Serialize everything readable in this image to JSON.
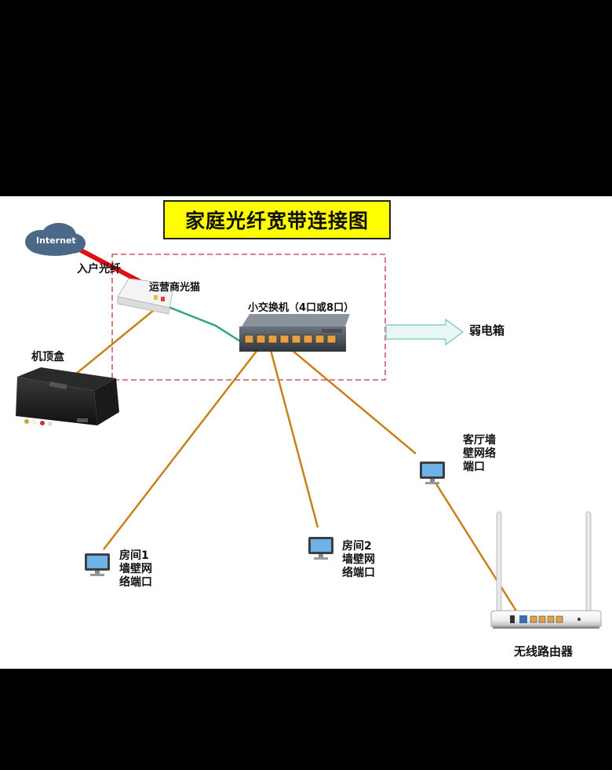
{
  "title": "家庭光纤宽带连接图",
  "nodes": {
    "internet": "Internet",
    "fiber_in": "入户光纤",
    "modem": "运营商光猫",
    "switch": "小交换机（4口或8口）",
    "weak_box": "弱电箱",
    "set_top_box": "机顶盒",
    "living_room_port": [
      "客厅墙",
      "壁网络",
      "端口"
    ],
    "room1_port": [
      "房间1",
      "墙壁网",
      "络端口"
    ],
    "room2_port": [
      "房间2",
      "墙壁网",
      "络端口"
    ],
    "router": "无线路由器"
  },
  "colors": {
    "fiber": "#e01010",
    "cable": "#c8801a",
    "modem_link": "#2aa48a",
    "dashed_box": "#d03040",
    "arrow": "#a8dcd8",
    "title_bg": "#ffff00"
  }
}
